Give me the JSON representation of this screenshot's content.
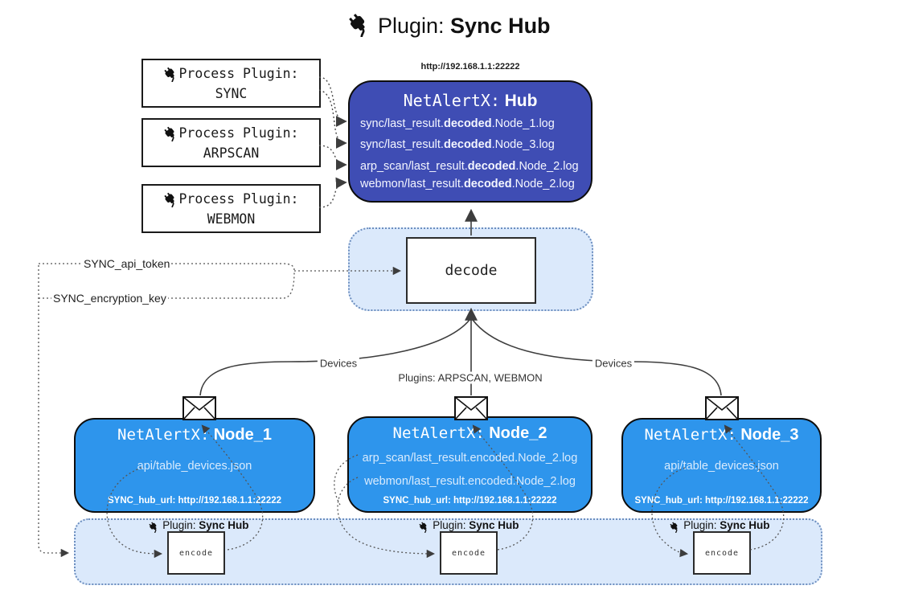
{
  "title": {
    "prefix": "Plugin:",
    "name": "Sync Hub"
  },
  "hub": {
    "url": "http://192.168.1.1:22222",
    "title_prefix": "NetAlertX:",
    "title_name": "Hub",
    "logs": [
      {
        "pre": "sync/last_result.",
        "bold": "decoded",
        "post": ".Node_1.log"
      },
      {
        "pre": "sync/last_result.",
        "bold": "decoded",
        "post": ".Node_3.log"
      },
      {
        "pre": "arp_scan/last_result.",
        "bold": "decoded",
        "post": ".Node_2.log"
      },
      {
        "pre": "webmon/last_result.",
        "bold": "decoded",
        "post": ".Node_2.log"
      }
    ]
  },
  "process_plugins": [
    {
      "label": "Process Plugin:",
      "name": "SYNC"
    },
    {
      "label": "Process Plugin:",
      "name": "ARPSCAN"
    },
    {
      "label": "Process Plugin:",
      "name": "WEBMON"
    }
  ],
  "decode": {
    "label": "decode"
  },
  "config": {
    "api_token_label": "SYNC_api_token",
    "encryption_key_label": "SYNC_encryption_key"
  },
  "edge_labels": {
    "devices_left": "Devices",
    "devices_right": "Devices",
    "plugins_middle": "Plugins: ARPSCAN, WEBMON"
  },
  "nodes": [
    {
      "title_prefix": "NetAlertX:",
      "title_name": "Node_1",
      "files": [
        "api/table_devices.json"
      ],
      "hub_url": "SYNC_hub_url: http://192.168.1.1:22222"
    },
    {
      "title_prefix": "NetAlertX:",
      "title_name": "Node_2",
      "files": [
        "arp_scan/last_result.encoded.Node_2.log",
        "webmon/last_result.encoded.Node_2.log"
      ],
      "hub_url": "SYNC_hub_url: http://192.168.1.1:22222"
    },
    {
      "title_prefix": "NetAlertX:",
      "title_name": "Node_3",
      "files": [
        "api/table_devices.json"
      ],
      "hub_url": "SYNC_hub_url: http://192.168.1.1:22222"
    }
  ],
  "encoders": [
    {
      "plugin_prefix": "Plugin:",
      "plugin_name": "Sync Hub",
      "label": "encode"
    },
    {
      "plugin_prefix": "Plugin:",
      "plugin_name": "Sync Hub",
      "label": "encode"
    },
    {
      "plugin_prefix": "Plugin:",
      "plugin_name": "Sync Hub",
      "label": "encode"
    }
  ],
  "colors": {
    "hub_fill": "#3f4db4",
    "node_fill": "#2e95ec",
    "container_fill": "#dbe9fb",
    "container_stroke": "#6c8ebf",
    "line": "#3d3d3d"
  }
}
